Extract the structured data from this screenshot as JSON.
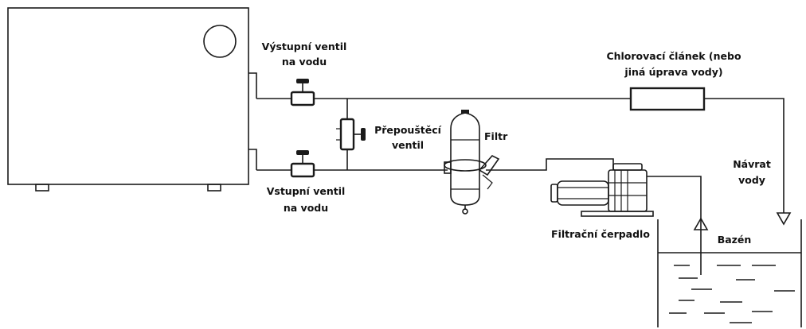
{
  "labels": {
    "outlet_valve_line1": "Výstupní ventil",
    "outlet_valve_line2": "na vodu",
    "inlet_valve_line1": "Vstupní ventil",
    "inlet_valve_line2": "na vodu",
    "bypass_valve_line1": "Přepouštěcí",
    "bypass_valve_line2": "ventil",
    "filter": "Filtr",
    "chlorinator_line1": "Chlorovací článek (nebo",
    "chlorinator_line2": "jiná úprava vody)",
    "return_line1": "Návrat",
    "return_line2": "vody",
    "pump": "Filtrační čerpadlo",
    "pool": "Bazén"
  }
}
